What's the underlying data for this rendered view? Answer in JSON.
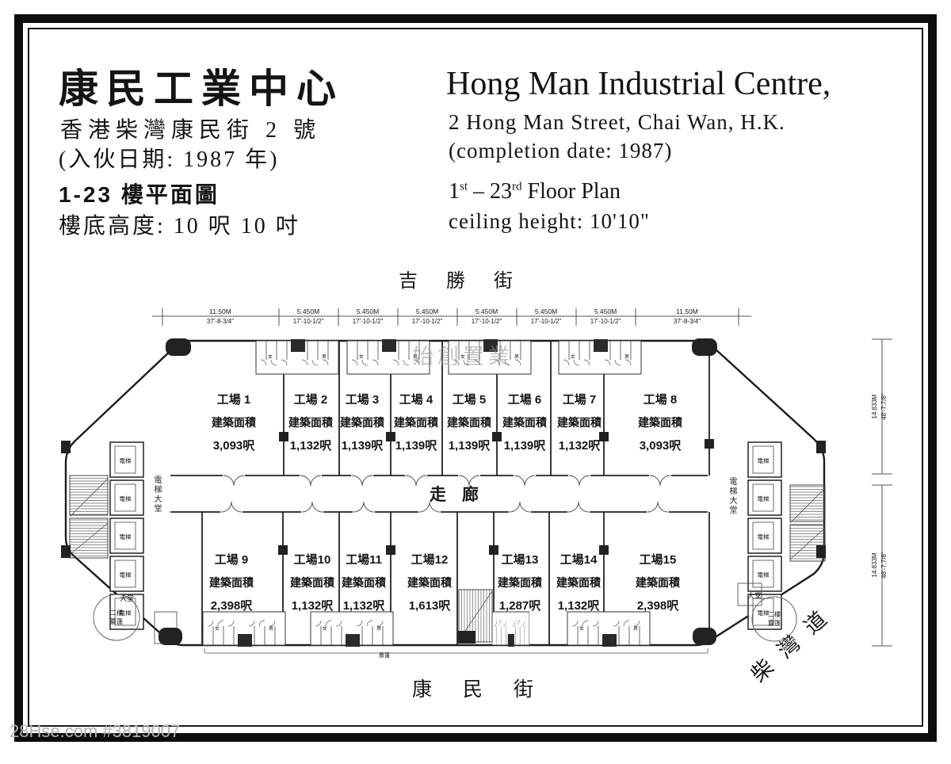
{
  "header": {
    "title_zh": "康民工業中心",
    "address_zh": "香港柴灣康民街 2 號",
    "completion_zh": "(入伙日期: 1987 年)",
    "floor_plan_zh": "1-23 樓平面圖",
    "ceiling_zh": "樓底高度: 10 呎 10 吋",
    "title_en": "Hong Man Industrial Centre,",
    "address_en": "2 Hong Man Street, Chai Wan, H.K.",
    "completion_en": "(completion date: 1987)",
    "floor_plan_en": {
      "p1": "1",
      "s1": "st",
      "p2": " – 23",
      "s2": "rd",
      "p3": " Floor Plan"
    },
    "ceiling_en": "ceiling height: 10'10\""
  },
  "streets": {
    "top": "吉勝街",
    "bottom": "康民街",
    "right_diagonal": "柴灣道"
  },
  "plan": {
    "corridor": "走廊",
    "area_label": "建築面積",
    "units": [
      {
        "name": "工場 1",
        "area": "3,093呎"
      },
      {
        "name": "工場 2",
        "area": "1,132呎"
      },
      {
        "name": "工場 3",
        "area": "1,139呎"
      },
      {
        "name": "工場 4",
        "area": "1,139呎"
      },
      {
        "name": "工場 5",
        "area": "1,139呎"
      },
      {
        "name": "工場 6",
        "area": "1,139呎"
      },
      {
        "name": "工場 7",
        "area": "1,132呎"
      },
      {
        "name": "工場 8",
        "area": "3,093呎"
      },
      {
        "name": "工場 9",
        "area": "2,398呎"
      },
      {
        "name": "工場10",
        "area": "1,132呎"
      },
      {
        "name": "工場11",
        "area": "1,132呎"
      },
      {
        "name": "工場12",
        "area": "1,613呎"
      },
      {
        "name": "工場13",
        "area": "1,287呎"
      },
      {
        "name": "工場14",
        "area": "1,132呎"
      },
      {
        "name": "工場15",
        "area": "2,398呎"
      }
    ],
    "lift_label": "電梯",
    "lift_lobby": "電梯大堂",
    "lobby": "大堂",
    "circle_line1": "二樓",
    "circle_line2": "簷篷",
    "canopy_note": "簷蓬",
    "wc_female": "女",
    "wc_male": "男",
    "dims_top": [
      {
        "m": "11.50M",
        "ft": "37'-8-3/4\""
      },
      {
        "m": "5.450M",
        "ft": "17'-10-1/2\""
      },
      {
        "m": "5.450M",
        "ft": "17'-10-1/2\""
      },
      {
        "m": "5.450M",
        "ft": "17'-10-1/2\""
      },
      {
        "m": "5.450M",
        "ft": "17'-10-1/2\""
      },
      {
        "m": "5.450M",
        "ft": "17'-10-1/2\""
      },
      {
        "m": "5.450M",
        "ft": "17'-10-1/2\""
      },
      {
        "m": "11.50M",
        "ft": "37'-8-3/4\""
      }
    ],
    "dims_right": [
      {
        "m": "14.833M",
        "ft": "48'-7.7/8\""
      },
      {
        "m": "14.833M",
        "ft": "48'-7.7/8\""
      }
    ]
  },
  "watermarks": {
    "center": "始創置業",
    "corner": "28Hse.com #3819007"
  }
}
